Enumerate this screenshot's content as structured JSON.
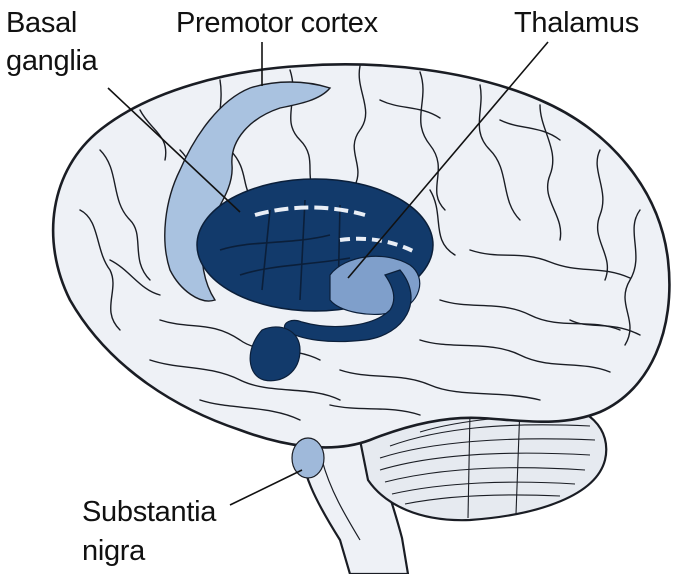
{
  "labels": {
    "basal_ganglia_line1": "Basal",
    "basal_ganglia_line2": "ganglia",
    "premotor_cortex": "Premotor cortex",
    "thalamus": "Thalamus",
    "substantia_nigra_line1": "Substantia",
    "substantia_nigra_line2": "nigra"
  },
  "colors": {
    "brain_fill": "#eef1f6",
    "brain_outline": "#1a1d24",
    "premotor_fill": "#a9c2e0",
    "basal_ganglia_fill": "#123a6b",
    "thalamus_fill": "#7f9fcb",
    "substantia_nigra_fill": "#9fb9da",
    "cerebellum_fill": "#e6eaf0"
  }
}
